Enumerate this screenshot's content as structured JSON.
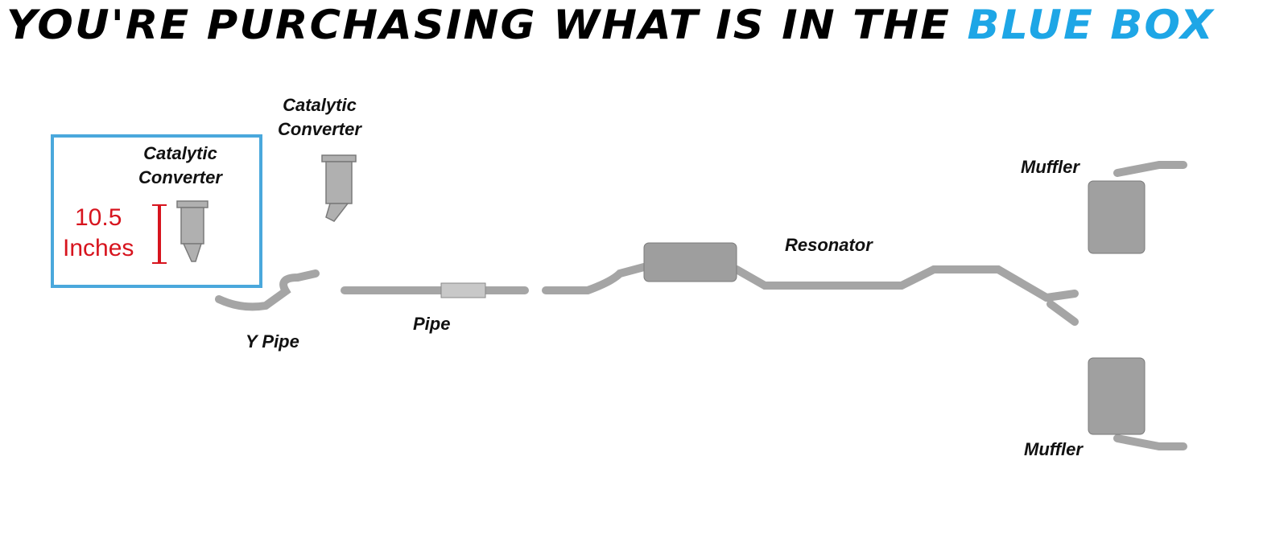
{
  "header": {
    "title_prefix": "YOU'RE PURCHASING WHAT IS IN THE ",
    "title_highlight": "BLUE BOX"
  },
  "blue_box": {
    "part_line1": "Catalytic",
    "part_line2": "Converter",
    "measure_value": "10.5",
    "measure_unit": "Inches"
  },
  "labels": {
    "cat2_line1": "Catalytic",
    "cat2_line2": "Converter",
    "y_pipe": "Y Pipe",
    "pipe": "Pipe",
    "resonator": "Resonator",
    "muffler_top": "Muffler",
    "muffler_bottom": "Muffler"
  },
  "colors": {
    "highlight": "#1ea6e6",
    "box": "#4aa8dc",
    "measure": "#d7141e",
    "metal": "#a8a8a8"
  }
}
